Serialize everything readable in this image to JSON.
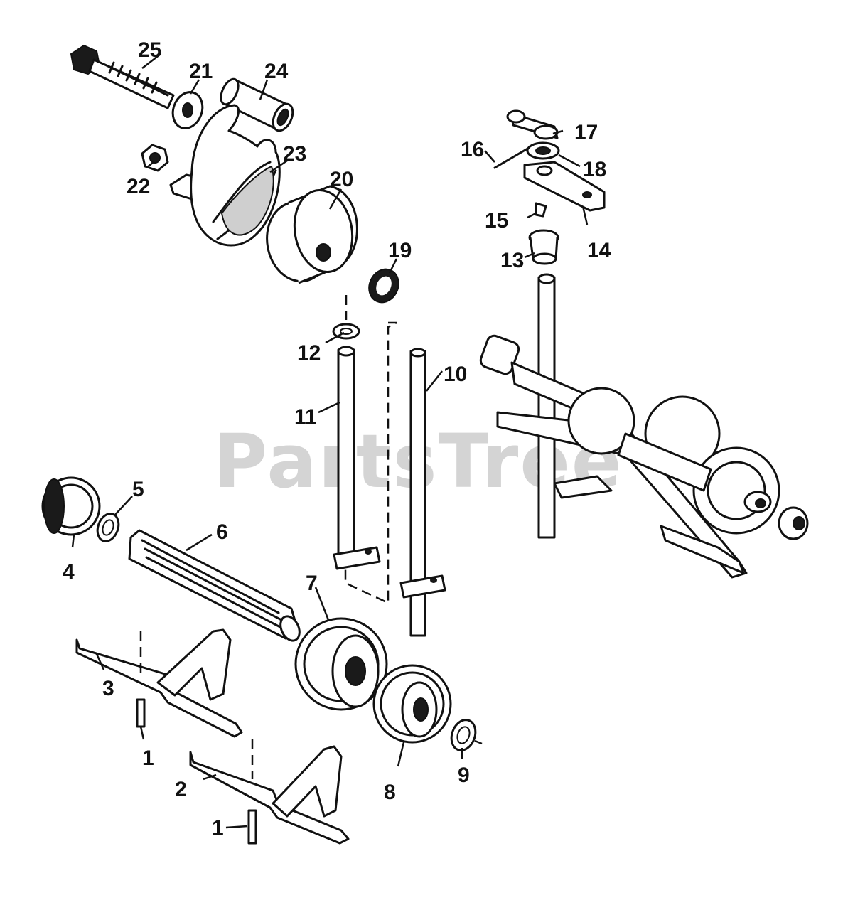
{
  "watermark": "PartsTree",
  "labels": {
    "p1a": "1",
    "p1b": "1",
    "p2": "2",
    "p3": "3",
    "p4": "4",
    "p5": "5",
    "p6": "6",
    "p7": "7",
    "p8": "8",
    "p9": "9",
    "p10": "10",
    "p11": "11",
    "p12": "12",
    "p13": "13",
    "p14": "14",
    "p15": "15",
    "p16": "16",
    "p17": "17",
    "p18": "18",
    "p19": "19",
    "p20": "20",
    "p21": "21",
    "p22": "22",
    "p23": "23",
    "p24": "24",
    "p25": "25"
  }
}
